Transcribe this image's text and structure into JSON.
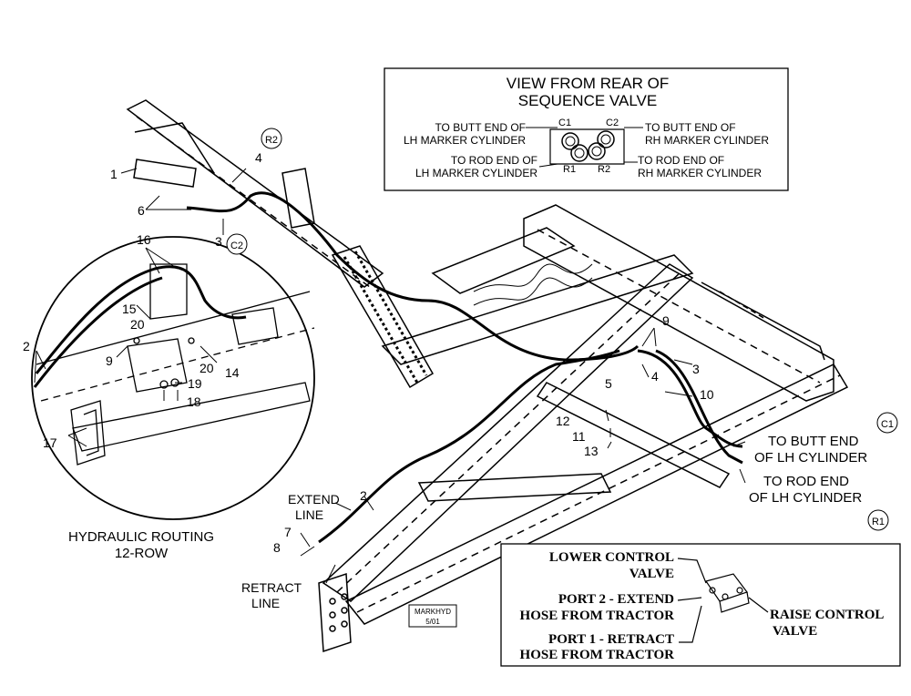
{
  "view_box": {
    "title_line1": "VIEW FROM REAR OF",
    "title_line2": "SEQUENCE VALVE",
    "c1": "C1",
    "c2": "C2",
    "r1": "R1",
    "r2": "R2",
    "lh_butt_1": "TO BUTT END OF",
    "lh_butt_2": "LH MARKER CYLINDER",
    "rh_butt_1": "TO BUTT END OF",
    "rh_butt_2": "RH MARKER CYLINDER",
    "lh_rod_1": "TO ROD END OF",
    "lh_rod_2": "LH MARKER CYLINDER",
    "rh_rod_1": "TO ROD END OF",
    "rh_rod_2": "RH MARKER CYLINDER"
  },
  "detail": {
    "caption_line1": "HYDRAULIC ROUTING",
    "caption_line2": "12-ROW"
  },
  "callouts": {
    "n1": "1",
    "n2a": "2",
    "n2b": "2",
    "n3a": "3",
    "n3b": "3",
    "n4a": "4",
    "n4b": "4",
    "n5": "5",
    "n6": "6",
    "n7": "7",
    "n8": "8",
    "n9a": "9",
    "n9b": "9",
    "n10": "10",
    "n11": "11",
    "n12": "12",
    "n13": "13",
    "n14": "14",
    "n15": "15",
    "n16": "16",
    "n17": "17",
    "n18": "18",
    "n19": "19",
    "n20a": "20",
    "n20b": "20",
    "r2_top": "R2",
    "c2_mid": "C2",
    "c1_right": "C1",
    "r1_right": "R1"
  },
  "labels": {
    "extend_1": "EXTEND",
    "extend_2": "LINE",
    "retract_1": "RETRACT",
    "retract_2": "LINE",
    "butt_1": "TO BUTT END",
    "butt_2": "OF LH CYLINDER",
    "rod_1": "TO ROD END",
    "rod_2": "OF LH CYLINDER",
    "stamp_1": "MARKHYD",
    "stamp_2": "5/01"
  },
  "control_box": {
    "lower_1": "LOWER CONTROL",
    "lower_2": "VALVE",
    "port2_1": "PORT 2 - EXTEND",
    "port2_2": "HOSE FROM TRACTOR",
    "port1_1": "PORT 1 - RETRACT",
    "port1_2": "HOSE FROM TRACTOR",
    "raise_1": "RAISE CONTROL",
    "raise_2": "VALVE"
  }
}
